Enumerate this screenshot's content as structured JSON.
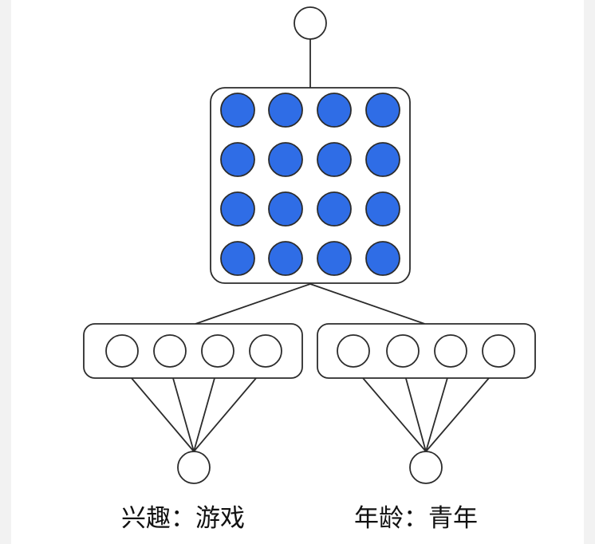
{
  "labels": {
    "left": "兴趣：游戏",
    "right": "年龄：青年"
  },
  "colors": {
    "background": "#f2f2f2",
    "canvas": "#ffffff",
    "stroke": "#2b2b2b",
    "hidden_node_fill": "#2f6de6",
    "empty_node_fill": "#ffffff"
  },
  "structure": {
    "output_nodes": 1,
    "hidden_grid_rows": 4,
    "hidden_grid_cols": 4,
    "embedding_groups": 2,
    "embedding_nodes_per_group": 4,
    "input_nodes": 2
  }
}
